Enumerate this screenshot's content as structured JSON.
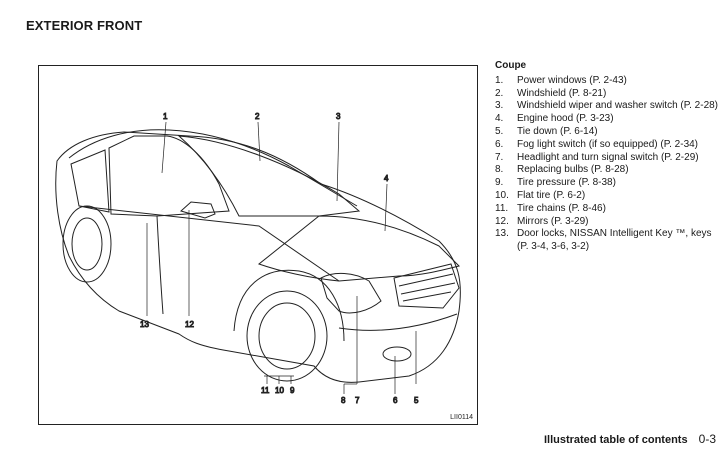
{
  "page": {
    "title": "EXTERIOR FRONT",
    "figure_code": "LII0114",
    "footer_section": "Illustrated table of contents",
    "footer_page": "0-3"
  },
  "callouts": [
    "1",
    "2",
    "3",
    "4",
    "5",
    "6",
    "7",
    "8",
    "9",
    "10",
    "11",
    "12",
    "13"
  ],
  "legend": {
    "heading": "Coupe",
    "items": [
      {
        "num": "1.",
        "text": "Power windows (P. 2-43)"
      },
      {
        "num": "2.",
        "text": "Windshield (P. 8-21)"
      },
      {
        "num": "3.",
        "text": "Windshield wiper and washer switch (P. 2-28)"
      },
      {
        "num": "4.",
        "text": "Engine hood (P. 3-23)"
      },
      {
        "num": "5.",
        "text": "Tie down (P. 6-14)"
      },
      {
        "num": "6.",
        "text": "Fog light switch (if so equipped) (P. 2-34)"
      },
      {
        "num": "7.",
        "text": "Headlight and turn signal switch (P. 2-29)"
      },
      {
        "num": "8.",
        "text": "Replacing bulbs (P. 8-28)"
      },
      {
        "num": "9.",
        "text": "Tire pressure (P. 8-38)"
      },
      {
        "num": "10.",
        "text": "Flat tire (P. 6-2)"
      },
      {
        "num": "11.",
        "text": "Tire chains (P. 8-46)"
      },
      {
        "num": "12.",
        "text": "Mirrors (P. 3-29)"
      },
      {
        "num": "13.",
        "text": "Door locks, NISSAN Intelligent Key ™, keys (P. 3-4, 3-6, 3-2)"
      }
    ]
  }
}
